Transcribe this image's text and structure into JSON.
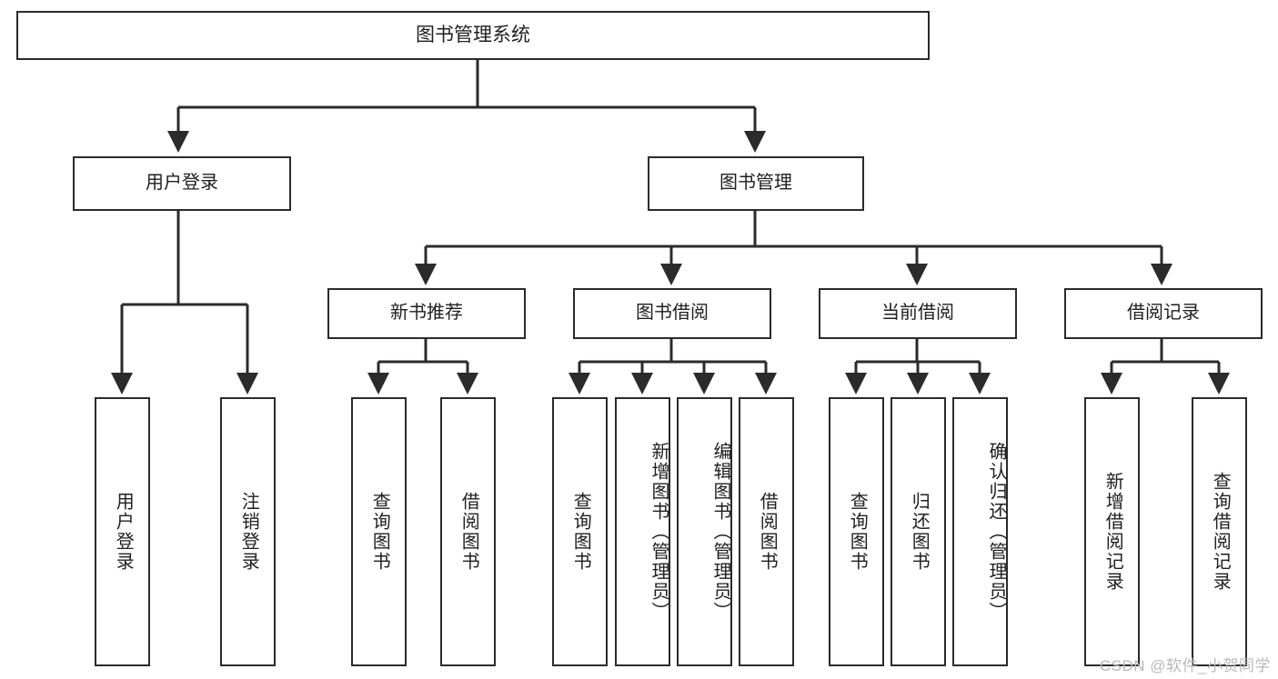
{
  "diagram": {
    "title": "图书管理系统",
    "type": "tree",
    "colors": {
      "box_stroke": "#2b2b2b",
      "box_fill": "#ffffff",
      "edge": "#2b2b2b",
      "background": "#ffffff",
      "watermark": "#b9b9b9"
    },
    "root": {
      "label": "图书管理系统"
    },
    "level2": [
      {
        "label": "用户登录"
      },
      {
        "label": "图书管理"
      }
    ],
    "level3": [
      {
        "label": "新书推荐"
      },
      {
        "label": "图书借阅"
      },
      {
        "label": "当前借阅"
      },
      {
        "label": "借阅记录"
      }
    ],
    "leaves": {
      "user_login": [
        {
          "label": "用户登录"
        },
        {
          "label": "注销登录"
        }
      ],
      "new_book_recommend": [
        {
          "label": "查询图书"
        },
        {
          "label": "借阅图书"
        }
      ],
      "book_borrow": [
        {
          "label": "查询图书"
        },
        {
          "label": "新增图书（管理员）"
        },
        {
          "label": "编辑图书（管理员）"
        },
        {
          "label": "借阅图书"
        }
      ],
      "current_borrow": [
        {
          "label": "查询图书"
        },
        {
          "label": "归还图书"
        },
        {
          "label": "确认归还（管理员）"
        }
      ],
      "borrow_record": [
        {
          "label": "新增借阅记录"
        },
        {
          "label": "查询借阅记录"
        }
      ]
    }
  },
  "watermark": {
    "text": "CSDN @软件_小贺同学"
  }
}
